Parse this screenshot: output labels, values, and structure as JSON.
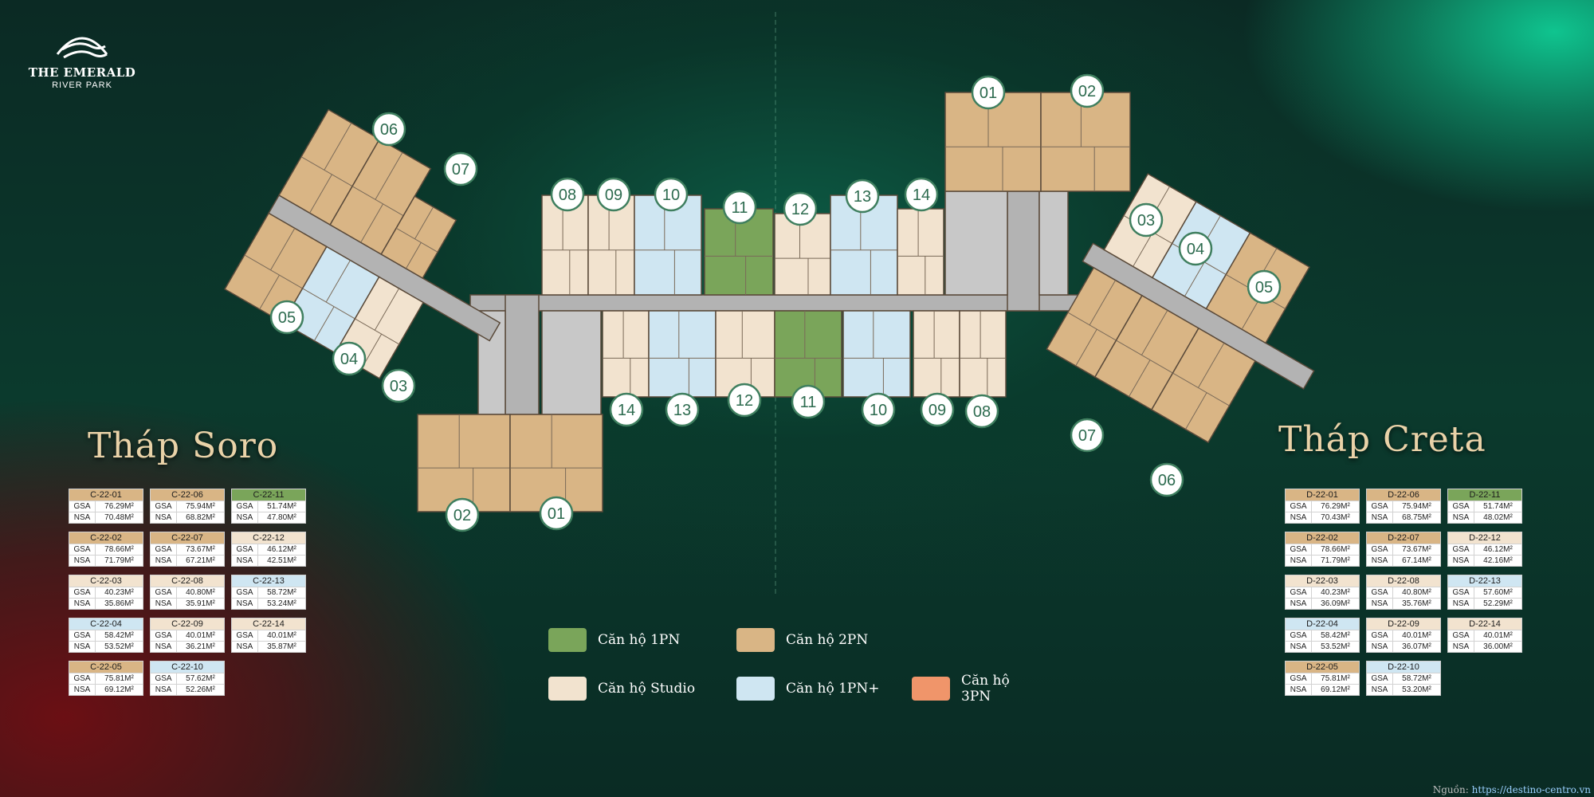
{
  "logo": {
    "line1": "THE EMERALD",
    "line2": "RIVER PARK"
  },
  "towers": [
    {
      "id": "soro",
      "title": "Tháp Soro",
      "units": [
        {
          "code": "C-22-01",
          "gsa": "76.29M²",
          "nsa": "70.48M²",
          "type": "2PN"
        },
        {
          "code": "C-22-06",
          "gsa": "75.94M²",
          "nsa": "68.82M²",
          "type": "2PN"
        },
        {
          "code": "C-22-11",
          "gsa": "51.74M²",
          "nsa": "47.80M²",
          "type": "1PN"
        },
        {
          "code": "C-22-02",
          "gsa": "78.66M²",
          "nsa": "71.79M²",
          "type": "2PN"
        },
        {
          "code": "C-22-07",
          "gsa": "73.67M²",
          "nsa": "67.21M²",
          "type": "2PN"
        },
        {
          "code": "C-22-12",
          "gsa": "46.12M²",
          "nsa": "42.51M²",
          "type": "Studio"
        },
        {
          "code": "C-22-03",
          "gsa": "40.23M²",
          "nsa": "35.86M²",
          "type": "Studio"
        },
        {
          "code": "C-22-08",
          "gsa": "40.80M²",
          "nsa": "35.91M²",
          "type": "Studio"
        },
        {
          "code": "C-22-13",
          "gsa": "58.72M²",
          "nsa": "53.24M²",
          "type": "1PN+"
        },
        {
          "code": "C-22-04",
          "gsa": "58.42M²",
          "nsa": "53.52M²",
          "type": "1PN+"
        },
        {
          "code": "C-22-09",
          "gsa": "40.01M²",
          "nsa": "36.21M²",
          "type": "Studio"
        },
        {
          "code": "C-22-14",
          "gsa": "40.01M²",
          "nsa": "35.87M²",
          "type": "Studio"
        },
        {
          "code": "C-22-05",
          "gsa": "75.81M²",
          "nsa": "69.12M²",
          "type": "2PN"
        },
        {
          "code": "C-22-10",
          "gsa": "57.62M²",
          "nsa": "52.26M²",
          "type": "1PN+"
        }
      ]
    },
    {
      "id": "creta",
      "title": "Tháp Creta",
      "units": [
        {
          "code": "D-22-01",
          "gsa": "76.29M²",
          "nsa": "70.43M²",
          "type": "2PN"
        },
        {
          "code": "D-22-06",
          "gsa": "75.94M²",
          "nsa": "68.75M²",
          "type": "2PN"
        },
        {
          "code": "D-22-11",
          "gsa": "51.74M²",
          "nsa": "48.02M²",
          "type": "1PN"
        },
        {
          "code": "D-22-02",
          "gsa": "78.66M²",
          "nsa": "71.79M²",
          "type": "2PN"
        },
        {
          "code": "D-22-07",
          "gsa": "73.67M²",
          "nsa": "67.14M²",
          "type": "2PN"
        },
        {
          "code": "D-22-12",
          "gsa": "46.12M²",
          "nsa": "42.16M²",
          "type": "Studio"
        },
        {
          "code": "D-22-03",
          "gsa": "40.23M²",
          "nsa": "36.09M²",
          "type": "Studio"
        },
        {
          "code": "D-22-08",
          "gsa": "40.80M²",
          "nsa": "35.76M²",
          "type": "Studio"
        },
        {
          "code": "D-22-13",
          "gsa": "57.60M²",
          "nsa": "52.29M²",
          "type": "1PN+"
        },
        {
          "code": "D-22-04",
          "gsa": "58.42M²",
          "nsa": "53.52M²",
          "type": "1PN+"
        },
        {
          "code": "D-22-09",
          "gsa": "40.01M²",
          "nsa": "36.07M²",
          "type": "Studio"
        },
        {
          "code": "D-22-14",
          "gsa": "40.01M²",
          "nsa": "36.00M²",
          "type": "Studio"
        },
        {
          "code": "D-22-05",
          "gsa": "75.81M²",
          "nsa": "69.12M²",
          "type": "2PN"
        },
        {
          "code": "D-22-10",
          "gsa": "58.72M²",
          "nsa": "53.20M²",
          "type": "1PN+"
        }
      ]
    }
  ],
  "gsa_label": "GSA",
  "nsa_label": "NSA",
  "legend": [
    {
      "key": "1PN",
      "label": "Căn hộ 1PN",
      "color": "#7aa55a"
    },
    {
      "key": "2PN",
      "label": "Căn hộ 2PN",
      "color": "#d9b585"
    },
    {
      "key": "none",
      "label": "",
      "color": ""
    },
    {
      "key": "Studio",
      "label": "Căn hộ Studio",
      "color": "#f2e3cf"
    },
    {
      "key": "1PN+",
      "label": "Căn hộ 1PN+",
      "color": "#cfe6f2"
    },
    {
      "key": "3PN",
      "label": "Căn hộ 3PN",
      "color": "#f0956a"
    }
  ],
  "unit_numbers": {
    "soro_left": [
      "06",
      "07",
      "05",
      "04",
      "03",
      "02",
      "01"
    ],
    "bar": [
      "08",
      "09",
      "10",
      "11",
      "12",
      "13",
      "14"
    ],
    "bar_lower": [
      "14",
      "13",
      "12",
      "11",
      "10",
      "09",
      "08"
    ],
    "creta_right": [
      "01",
      "02",
      "03",
      "04",
      "05",
      "07",
      "06"
    ]
  },
  "colors": {
    "circle_bg": "#ffffff",
    "circle_text": "#2d6b4f",
    "circle_border": "#3f7f5f",
    "corridor": "#b3b3b3"
  },
  "source": {
    "label": "Nguồn:",
    "url": "https://destino-centro.vn"
  }
}
